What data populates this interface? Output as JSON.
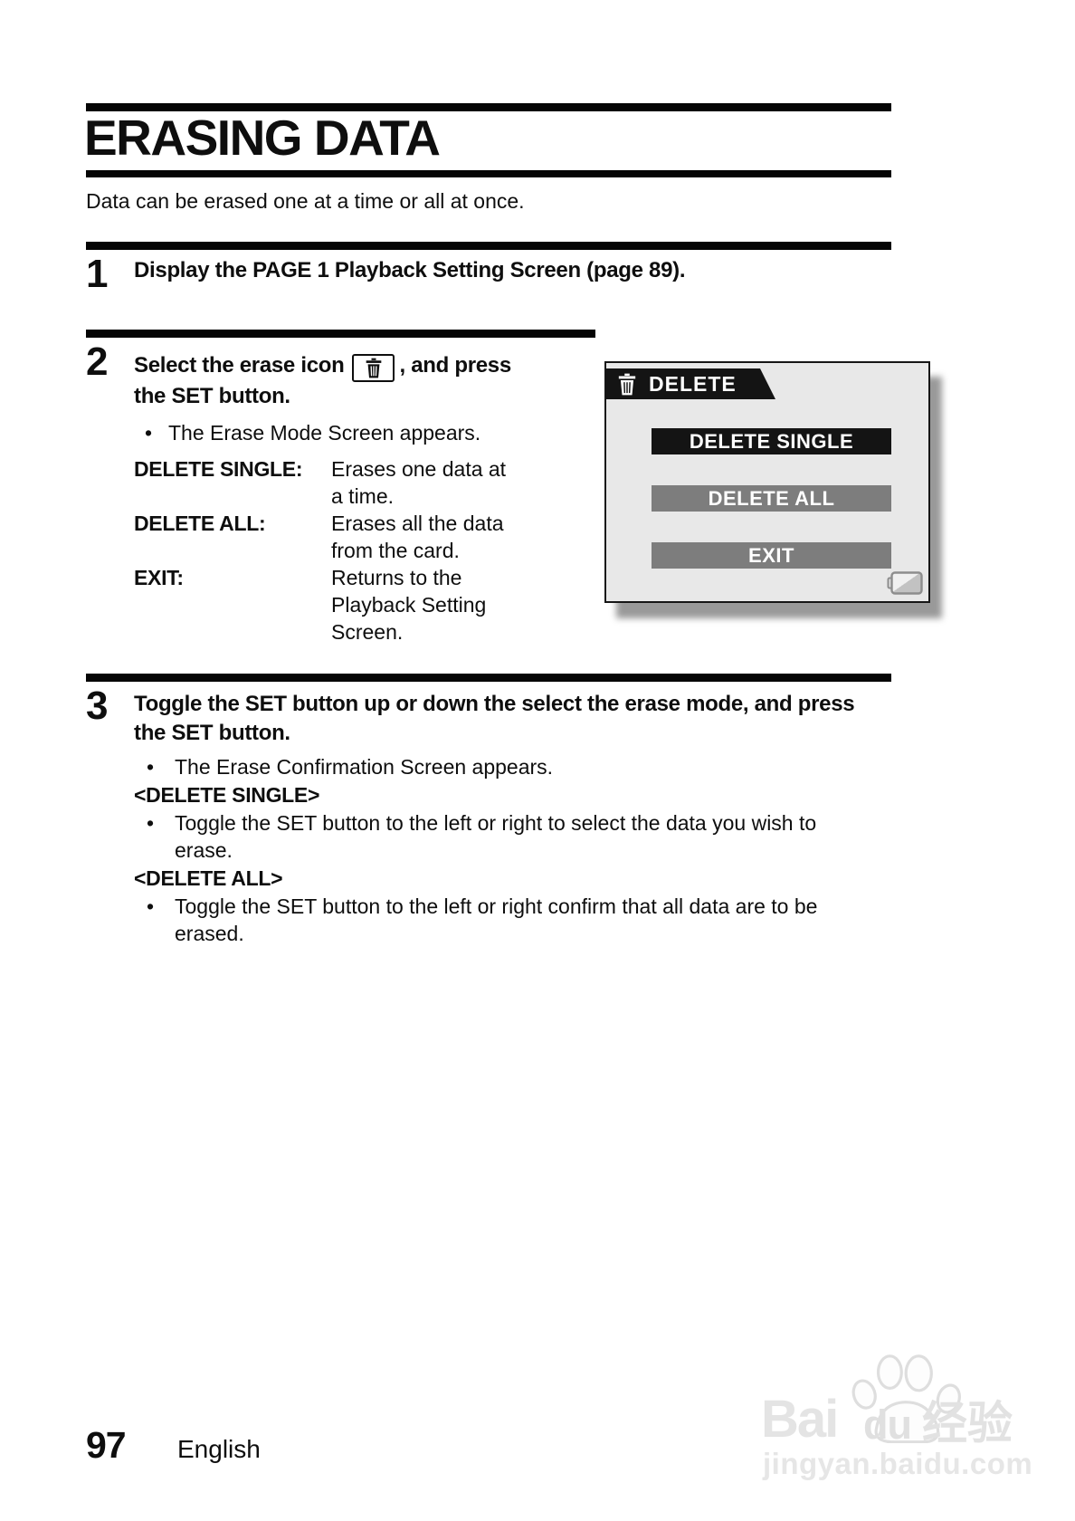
{
  "page": {
    "title": "ERASING DATA",
    "intro": "Data can be erased one at a time or all at once.",
    "footer": {
      "page_number": "97",
      "language": "English"
    }
  },
  "steps": {
    "step1": {
      "number": "1",
      "heading": "Display the PAGE 1 Playback Setting Screen (page 89)."
    },
    "step2": {
      "number": "2",
      "heading_before_icon": "Select the erase icon",
      "heading_after_icon": ", and press the SET button.",
      "bullet": "The Erase Mode Screen appears.",
      "definitions": [
        {
          "term": "DELETE SINGLE:",
          "desc": "Erases one data at a time."
        },
        {
          "term": "DELETE ALL:",
          "desc": "Erases all the data from the card."
        },
        {
          "term": "EXIT:",
          "desc": "Returns to the Playback Setting Screen."
        }
      ]
    },
    "step3": {
      "number": "3",
      "heading": "Toggle the SET button up or down the select the erase mode, and press the SET button.",
      "bullet": "The Erase Confirmation Screen appears.",
      "sections": [
        {
          "label": "<DELETE SINGLE>",
          "bullet": "Toggle the SET button to the left or right to select the data you wish to erase."
        },
        {
          "label": "<DELETE ALL>",
          "bullet": "Toggle the SET button to the left or right confirm that all data are to be erased."
        }
      ]
    }
  },
  "camera_screen": {
    "title": "DELETE",
    "buttons": [
      {
        "label": "DELETE SINGLE",
        "state": "selected"
      },
      {
        "label": "DELETE ALL",
        "state": "normal"
      },
      {
        "label": "EXIT",
        "state": "normal"
      }
    ],
    "colors": {
      "screen_bg": "#e8e8e8",
      "banner_bg": "#141414",
      "selected_button_bg": "#141414",
      "button_bg": "#7d7d7d"
    }
  },
  "watermark": {
    "brand": "Bai",
    "brand_du": "du",
    "brand_suffix": "经验",
    "url": "jingyan.baidu.com"
  }
}
